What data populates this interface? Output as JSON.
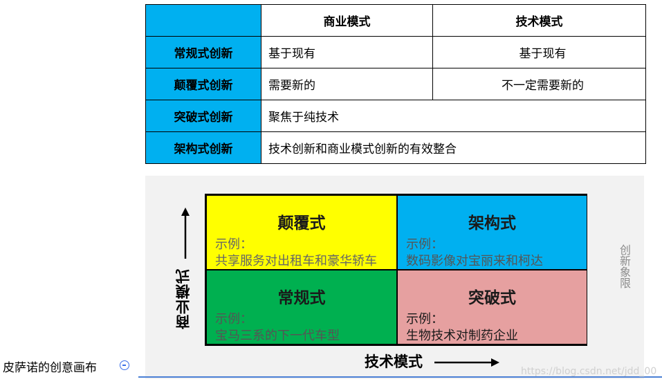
{
  "table": {
    "headers": [
      "",
      "商业模式",
      "技术模式"
    ],
    "rows": [
      {
        "label": "常规式创新",
        "business": "基于现有",
        "tech": "基于现有"
      },
      {
        "label": "颠覆式创新",
        "business": "需要新的",
        "tech": "不一定需要新的"
      },
      {
        "label": "突破式创新",
        "merged": "聚焦于纯技术"
      },
      {
        "label": "架构式创新",
        "merged": "技术创新和商业模式创新的有效整合"
      }
    ],
    "header_color": "#00b0f0"
  },
  "quadrant": {
    "y_axis_label": "商业模式",
    "x_axis_label": "技术模式",
    "side_caption": "创新象限",
    "cells": {
      "top_left": {
        "title": "颠覆式",
        "label": "示例：",
        "example": "共享服务对出租车和豪华轿车",
        "color": "#ffff00"
      },
      "top_right": {
        "title": "架构式",
        "label": "示例：",
        "example": "数码影像对宝丽来和柯达",
        "color": "#00b0f0"
      },
      "bottom_left": {
        "title": "常规式",
        "label": "示例：",
        "example": "宝马三系的下一代车型",
        "color": "#00b050"
      },
      "bottom_right": {
        "title": "突破式",
        "label": "示例：",
        "example": "生物技术对制药企业",
        "color": "#e6a0a0"
      }
    }
  },
  "footer": {
    "title": "皮萨诺的创意画布",
    "icon": "collapse-circle-icon",
    "watermark": "https://blog.csdn.net/jdd_00"
  }
}
